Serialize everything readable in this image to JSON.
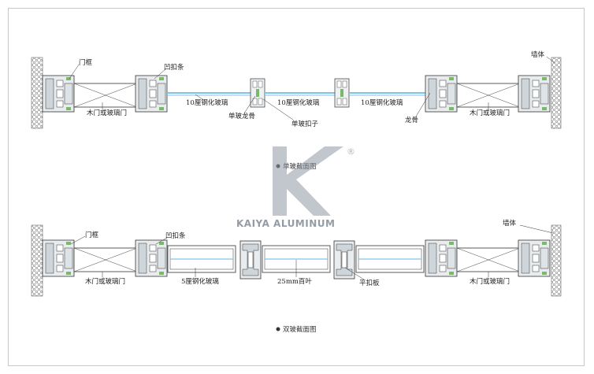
{
  "top_section": {
    "labels": {
      "door_frame": "门框",
      "recess_strip": "凹扣条",
      "glass_left": "10厘钢化玻璃",
      "glass_mid": "10厘钢化玻璃",
      "glass_right": "10厘钢化玻璃",
      "single_keel": "单玻龙骨",
      "single_clip": "单玻扣子",
      "keel": "龙骨",
      "wall": "墙体",
      "wood_door_left": "木门或玻璃门",
      "wood_door_right": "木门或玻璃门"
    },
    "caption": "单玻截面图"
  },
  "bottom_section": {
    "labels": {
      "door_frame": "门框",
      "recess_strip": "凹扣条",
      "glass": "5厘钢化玻璃",
      "louver": "25mm百叶",
      "flat_plate": "平扣板",
      "wall": "墙体",
      "wood_door_left": "木门或玻璃门",
      "wood_door_right": "木门或玻璃门"
    },
    "caption": "双玻截面图"
  },
  "watermark": {
    "text": "KAIYA ALUMINUM",
    "mark": "®"
  },
  "colors": {
    "line": "#333333",
    "glass": "#7fc4e6",
    "profile": "#9aa6ae",
    "accent_green": "#7ab86a",
    "wall": "#888888",
    "watermark": "#6f7c88"
  }
}
